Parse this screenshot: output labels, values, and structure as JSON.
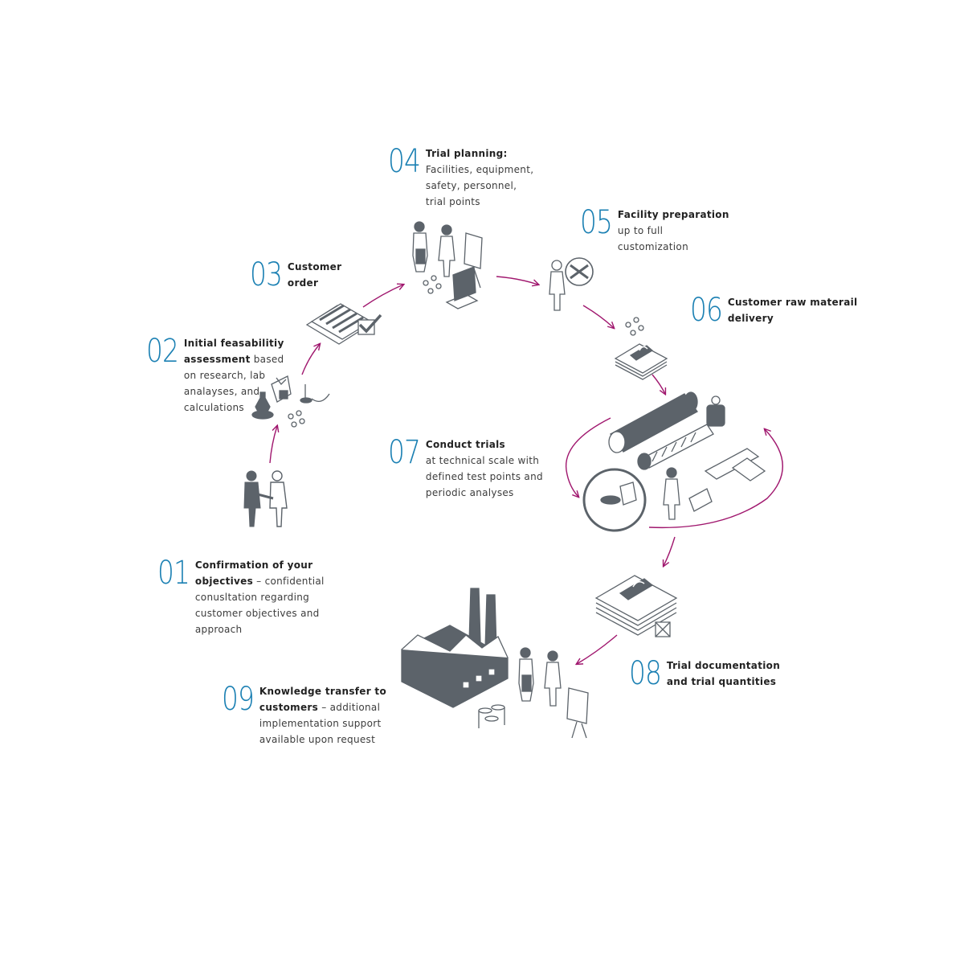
{
  "colors": {
    "number": "#1b80b3",
    "arrow": "#a0176e",
    "icon": "#5c636a",
    "text": "#3c3c3c"
  },
  "steps": [
    {
      "number": "01",
      "bold": [
        "Confirmation of your",
        "objectives"
      ],
      "rest": [
        " – confidential",
        "conusltation regarding",
        "customer objectives and",
        "approach"
      ]
    },
    {
      "number": "02",
      "bold": [
        "Initial feasabilitiy",
        "assessment"
      ],
      "rest": [
        " based",
        "on research, lab",
        "analayses, and",
        "calculations"
      ]
    },
    {
      "number": "03",
      "bold": [
        "Customer",
        "order"
      ],
      "rest": []
    },
    {
      "number": "04",
      "bold": [
        "Trial planning:"
      ],
      "rest": [
        "Facilities, equipment,",
        "safety, personnel,",
        "trial points"
      ]
    },
    {
      "number": "05",
      "bold": [
        "Facility preparation"
      ],
      "rest": [
        "up to full",
        "customization"
      ]
    },
    {
      "number": "06",
      "bold": [
        "Customer raw materail",
        "delivery"
      ],
      "rest": []
    },
    {
      "number": "07",
      "bold": [
        "Conduct trials"
      ],
      "rest": [
        "at technical scale with",
        "defined test points and",
        "periodic analyses"
      ]
    },
    {
      "number": "08",
      "bold": [
        "Trial documentation",
        "and trial quantities"
      ],
      "rest": []
    },
    {
      "number": "09",
      "bold": [
        "Knowledge transfer to",
        "customers"
      ],
      "rest": [
        " – additional",
        "implementation support",
        "available upon request"
      ]
    }
  ],
  "icons": [
    "handshake-people-icon",
    "lab-equipment-icon",
    "order-documents-icon",
    "planning-team-icon",
    "technician-tools-icon",
    "raw-material-package-icon",
    "trial-machinery-icon",
    "documentation-package-icon",
    "factory-icon"
  ]
}
